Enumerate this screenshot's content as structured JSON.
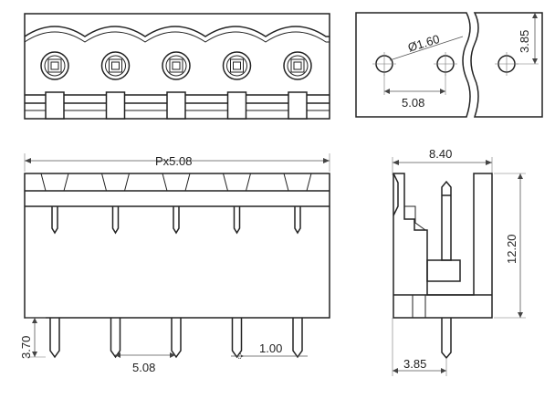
{
  "dimensions": {
    "hole_diameter": "Ø1.60",
    "hole_offset_top": "3.85",
    "hole_pitch": "5.08",
    "overall_length": "Px5.08",
    "side_width": "8.40",
    "side_height": "12.20",
    "pin_length": "3.70",
    "pin_pitch": "5.08",
    "pin_width": "1.00",
    "pin_offset": "3.85"
  },
  "terminal_count": 5
}
